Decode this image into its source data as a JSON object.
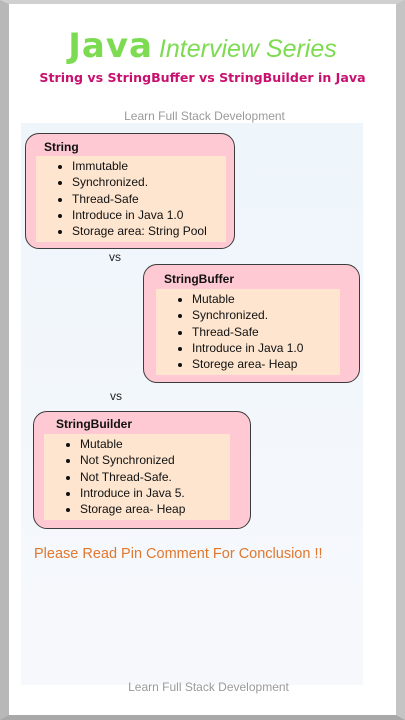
{
  "header": {
    "title_main": "Java",
    "title_series": "Interview Series",
    "subtitle": "String vs StringBuffer vs StringBuilder in Java"
  },
  "watermark": "Learn Full Stack Development",
  "cards": [
    {
      "title": "String",
      "items": [
        "Immutable",
        "Synchronized.",
        "Thread-Safe",
        "Introduce in Java 1.0",
        "Storage area: String Pool"
      ]
    },
    {
      "title": "StringBuffer",
      "items": [
        "Mutable",
        "Synchronized.",
        "Thread-Safe",
        "Introduce in Java 1.0",
        "Storege area- Heap"
      ]
    },
    {
      "title": "StringBuilder",
      "items": [
        "Mutable",
        "Not Synchronized",
        "Not Thread-Safe.",
        "Introduce in Java 5.",
        "Storage area- Heap"
      ]
    }
  ],
  "vs_label": "vs",
  "conclusion": "Please Read Pin Comment For Conclusion !!",
  "colors": {
    "title_green": "#7ddb52",
    "subtitle_magenta": "#c8106e",
    "card_pink": "#ffc9d3",
    "card_body_peach": "#fde5cf",
    "conclusion_orange": "#e0782f"
  }
}
